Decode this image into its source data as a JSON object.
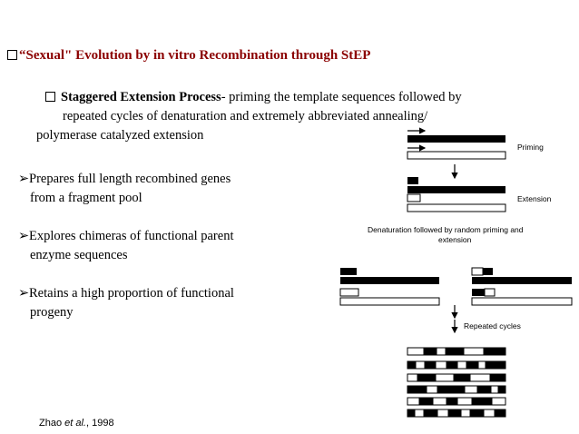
{
  "title": "“Sexual\" Evolution by in vitro Recombination through StEP",
  "subpoint": {
    "bold": "Staggered Extension Process",
    "line1_rest": "- priming the template sequences followed by",
    "line2": "repeated cycles of denaturation and extremely abbreviated annealing/",
    "line3": "polymerase catalyzed extension"
  },
  "bullets": [
    {
      "line1": "Prepares full length recombined genes",
      "line2": "from a fragment pool"
    },
    {
      "line1": "Explores chimeras of functional parent",
      "line2": "enzyme sequences"
    },
    {
      "line1": "Retains a high proportion of functional",
      "line2": "progeny"
    }
  ],
  "reference": {
    "author": "Zhao",
    "etal": "et al.",
    "year": ", 1998"
  },
  "diagram": {
    "priming": "Priming",
    "extension": "Extension",
    "denaturation_line1": "Denaturation followed by random priming and",
    "denaturation_line2": "extension",
    "repeated": "Repeated cycles"
  }
}
